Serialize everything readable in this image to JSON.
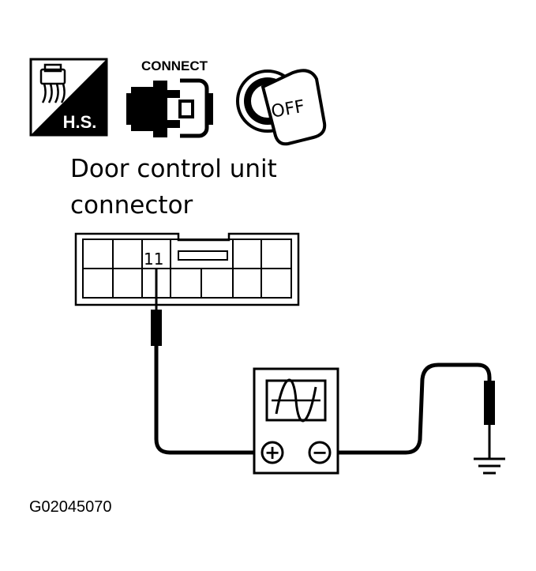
{
  "icons": {
    "harness_badge_label": "H.S.",
    "connect_label": "CONNECT",
    "ignition_label": "OFF",
    "harness_icon_name": "harness-connector-icon",
    "connect_icon_name": "connector-plug-icon",
    "ignition_icon_name": "ignition-key-icon"
  },
  "connector": {
    "title_line1": "Door control unit",
    "title_line2": "connector",
    "pin_label": "11"
  },
  "meter": {
    "icon_name": "oscilloscope-icon",
    "positive_terminal": "+",
    "negative_terminal": "−"
  },
  "ground": {
    "icon_name": "ground-icon"
  },
  "figure_id": "G02045070"
}
